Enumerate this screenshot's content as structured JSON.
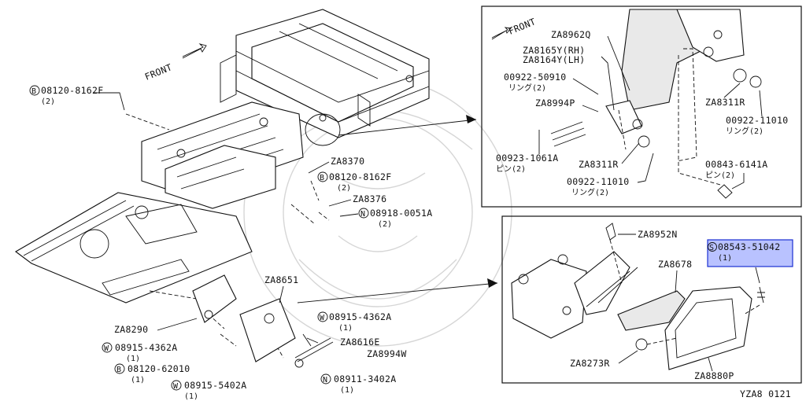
{
  "front_labels": [
    "FRONT",
    "FRONT"
  ],
  "callouts": {
    "p08120_8162F_top": {
      "code": "B",
      "part": "08120-8162F",
      "qty": "(2)"
    },
    "ZA8370": "ZA8370",
    "p08120_8162F_mid": {
      "code": "B",
      "part": "08120-8162F",
      "qty": "(2)"
    },
    "ZA8376": "ZA8376",
    "p08918_0051A": {
      "code": "N",
      "part": "08918-0051A",
      "qty": "(2)"
    },
    "ZA8651": "ZA8651",
    "ZA8290": "ZA8290",
    "p08915_4362A_right": {
      "code": "W",
      "part": "08915-4362A",
      "qty": "(1)"
    },
    "ZA8616E": "ZA8616E",
    "ZA8994W": "ZA8994W",
    "p08915_4362A_left": {
      "code": "W",
      "part": "08915-4362A",
      "qty": "(1)"
    },
    "p08120_62010": {
      "code": "B",
      "part": "08120-62010",
      "qty": "(1)"
    },
    "p08915_5402A": {
      "code": "W",
      "part": "08915-5402A",
      "qty": "(1)"
    },
    "p08911_3402A": {
      "code": "N",
      "part": "08911-3402A",
      "qty": "(1)"
    }
  },
  "inset_top": {
    "ZA8962Q": "ZA8962Q",
    "ZA8165Y": "ZA8165Y(RH)",
    "ZA8164Y": "ZA8164Y(LH)",
    "p00922_50910": {
      "part": "00922-50910",
      "sub": "リング(2)"
    },
    "ZA8994P": "ZA8994P",
    "p00923_1061A": {
      "part": "00923-1061A",
      "sub": "ピン(2)"
    },
    "ZA8311R_a": "ZA8311R",
    "ZA8311R_b": "ZA8311R",
    "p00922_11010_a": {
      "part": "00922-11010",
      "sub": "リング(2)"
    },
    "p00922_11010_b": {
      "part": "00922-11010",
      "sub": "リング(2)"
    },
    "p00843_6141A": {
      "part": "00843-6141A",
      "sub": "ピン(2)"
    }
  },
  "inset_bottom": {
    "ZA8952N": "ZA8952N",
    "p08543_51042": {
      "code": "S",
      "part": "08543-51042",
      "qty": "(1)"
    },
    "ZA8678": "ZA8678",
    "ZA8273R": "ZA8273R",
    "ZA8880P": "ZA8880P"
  },
  "figure_code": "YZA8 0121",
  "colors": {
    "highlight_fill": "#b9c2ff",
    "highlight_border": "#1b2fd1",
    "line": "#111111"
  }
}
